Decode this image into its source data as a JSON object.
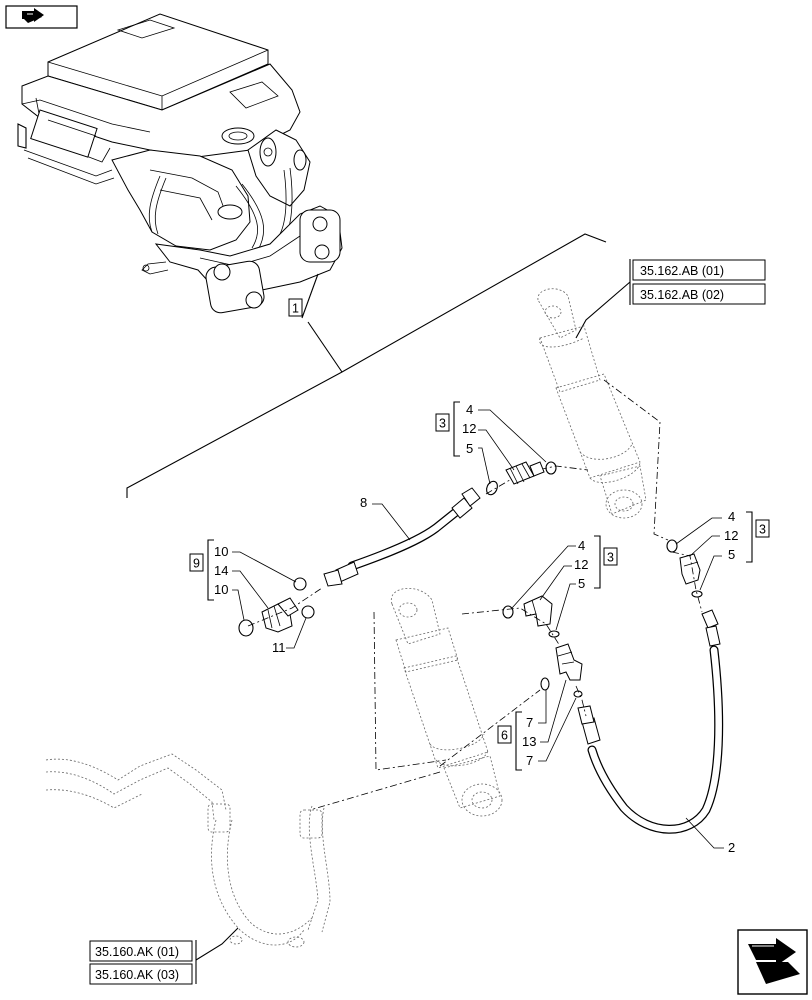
{
  "nav": {
    "top_icon": "previous-page-arrow-icon",
    "bottom_icon": "next-page-arrow-icon"
  },
  "references": {
    "r1": "35.162.AB (01)",
    "r2": "35.162.AB (02)",
    "r3": "35.160.AK (01)",
    "r4": "35.160.AK (03)"
  },
  "groups": {
    "g1": "1",
    "g3a": "3",
    "g3b": "3",
    "g3c": "3",
    "g9": "9",
    "g6": "6"
  },
  "callouts": {
    "c_top4": "4",
    "c_top12": "12",
    "c_top5": "5",
    "c_hose8": "8",
    "c_r4": "4",
    "c_r12": "12",
    "c_r5": "5",
    "c_m4": "4",
    "c_m12": "12",
    "c_m5": "5",
    "c_a10": "10",
    "c_a14": "14",
    "c_a10b": "10",
    "c_a11": "11",
    "c_t7a": "7",
    "c_t13": "13",
    "c_t7b": "7",
    "c_hose2": "2"
  }
}
